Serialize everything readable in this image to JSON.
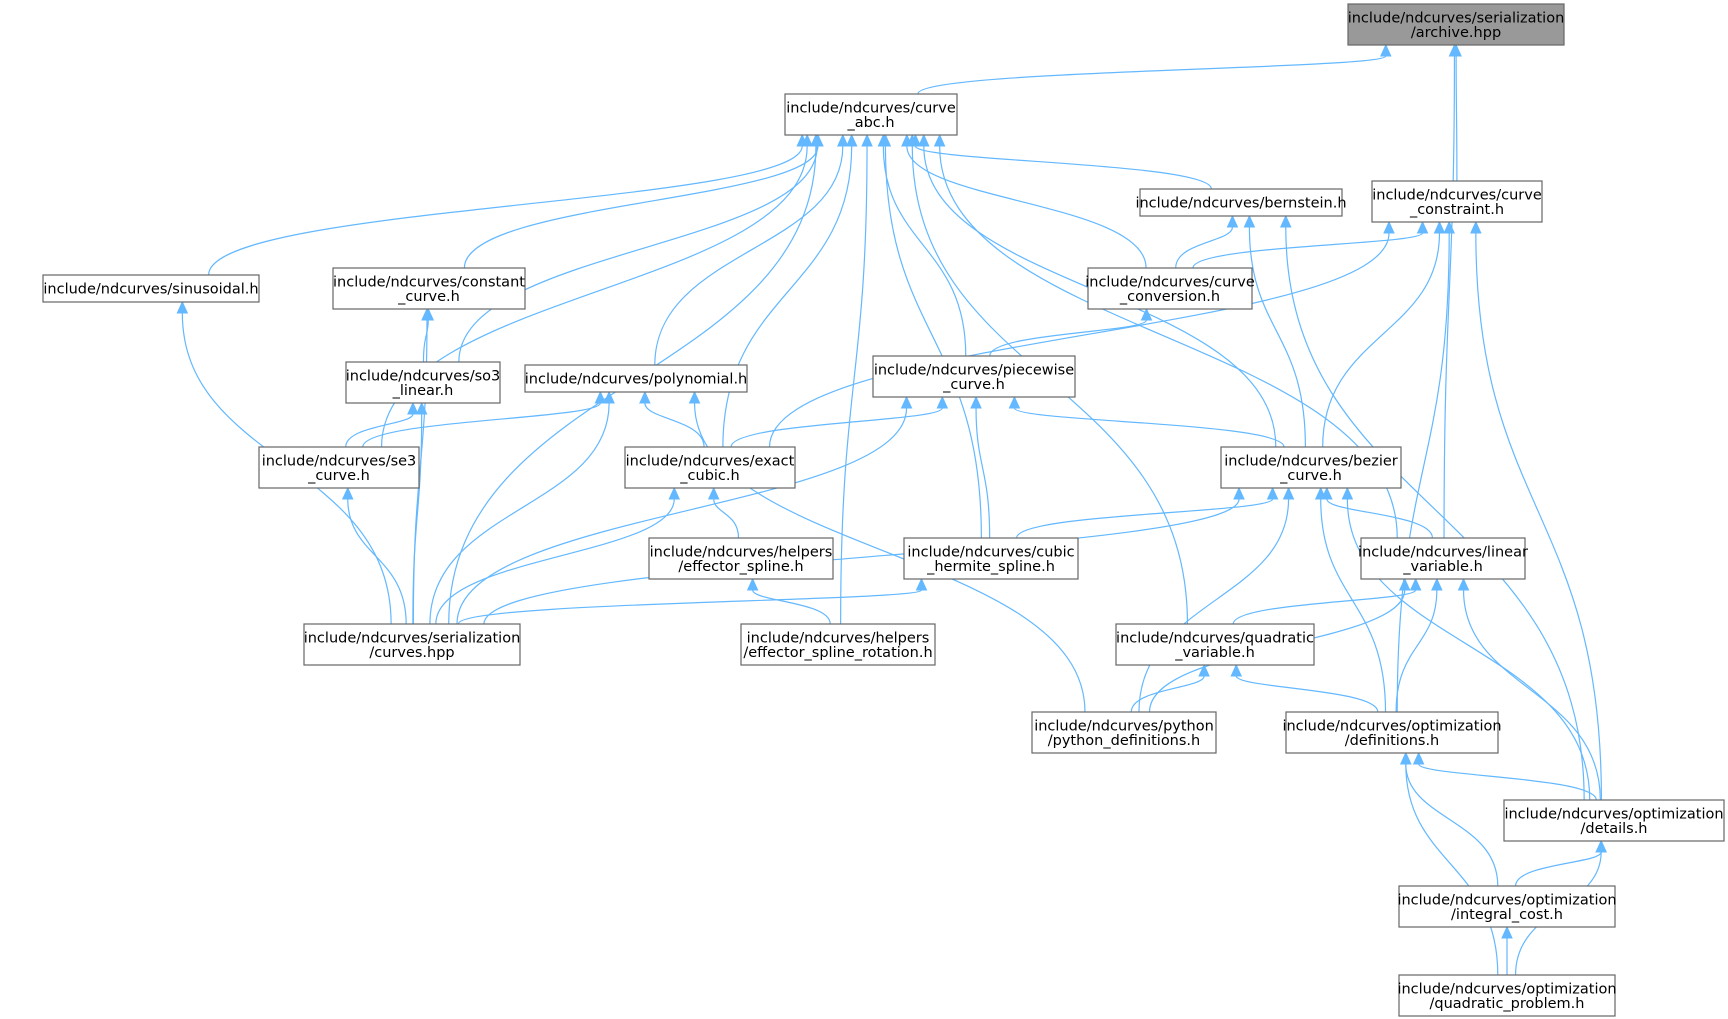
{
  "graph": {
    "edge_color": "#63b8ff",
    "root_fill": "#999999",
    "node_fill": "#ffffff",
    "node_stroke": "#666666",
    "nodes": [
      {
        "id": "archive",
        "lines": [
          "include/ndcurves/serialization",
          "/archive.hpp"
        ],
        "root": true
      },
      {
        "id": "curve_abc",
        "lines": [
          "include/ndcurves/curve",
          "_abc.h"
        ]
      },
      {
        "id": "sinusoidal",
        "lines": [
          "include/ndcurves/sinusoidal.h"
        ]
      },
      {
        "id": "constant",
        "lines": [
          "include/ndcurves/constant",
          "_curve.h"
        ]
      },
      {
        "id": "so3",
        "lines": [
          "include/ndcurves/so3",
          "_linear.h"
        ]
      },
      {
        "id": "polynomial",
        "lines": [
          "include/ndcurves/polynomial.h"
        ]
      },
      {
        "id": "se3",
        "lines": [
          "include/ndcurves/se3",
          "_curve.h"
        ]
      },
      {
        "id": "exact_cubic",
        "lines": [
          "include/ndcurves/exact",
          "_cubic.h"
        ]
      },
      {
        "id": "bernstein",
        "lines": [
          "include/ndcurves/bernstein.h"
        ]
      },
      {
        "id": "curve_constraint",
        "lines": [
          "include/ndcurves/curve",
          "_constraint.h"
        ]
      },
      {
        "id": "curve_conversion",
        "lines": [
          "include/ndcurves/curve",
          "_conversion.h"
        ]
      },
      {
        "id": "piecewise",
        "lines": [
          "include/ndcurves/piecewise",
          "_curve.h"
        ]
      },
      {
        "id": "bezier",
        "lines": [
          "include/ndcurves/bezier",
          "_curve.h"
        ]
      },
      {
        "id": "effector_spline",
        "lines": [
          "include/ndcurves/helpers",
          "/effector_spline.h"
        ]
      },
      {
        "id": "cubic_hermite",
        "lines": [
          "include/ndcurves/cubic",
          "_hermite_spline.h"
        ]
      },
      {
        "id": "linear_variable",
        "lines": [
          "include/ndcurves/linear",
          "_variable.h"
        ]
      },
      {
        "id": "ser_curves",
        "lines": [
          "include/ndcurves/serialization",
          "/curves.hpp"
        ]
      },
      {
        "id": "effector_spline_rotation",
        "lines": [
          "include/ndcurves/helpers",
          "/effector_spline_rotation.h"
        ]
      },
      {
        "id": "quadratic_variable",
        "lines": [
          "include/ndcurves/quadratic",
          "_variable.h"
        ]
      },
      {
        "id": "python_defs",
        "lines": [
          "include/ndcurves/python",
          "/python_definitions.h"
        ]
      },
      {
        "id": "opt_defs",
        "lines": [
          "include/ndcurves/optimization",
          "/definitions.h"
        ]
      },
      {
        "id": "opt_details",
        "lines": [
          "include/ndcurves/optimization",
          "/details.h"
        ]
      },
      {
        "id": "integral_cost",
        "lines": [
          "include/ndcurves/optimization",
          "/integral_cost.h"
        ]
      },
      {
        "id": "quadratic_problem",
        "lines": [
          "include/ndcurves/optimization",
          "/quadratic_problem.h"
        ]
      }
    ],
    "edges": [
      [
        "archive",
        "curve_abc"
      ],
      [
        "archive",
        "curve_constraint"
      ],
      [
        "archive",
        "linear_variable"
      ],
      [
        "curve_abc",
        "sinusoidal"
      ],
      [
        "curve_abc",
        "constant"
      ],
      [
        "curve_abc",
        "so3"
      ],
      [
        "curve_abc",
        "polynomial"
      ],
      [
        "curve_abc",
        "se3"
      ],
      [
        "curve_abc",
        "exact_cubic"
      ],
      [
        "curve_abc",
        "bernstein"
      ],
      [
        "curve_abc",
        "curve_conversion"
      ],
      [
        "curve_abc",
        "piecewise"
      ],
      [
        "curve_abc",
        "bezier"
      ],
      [
        "curve_abc",
        "cubic_hermite"
      ],
      [
        "curve_abc",
        "linear_variable"
      ],
      [
        "curve_abc",
        "ser_curves"
      ],
      [
        "curve_abc",
        "effector_spline_rotation"
      ],
      [
        "curve_abc",
        "quadratic_variable"
      ],
      [
        "sinusoidal",
        "ser_curves"
      ],
      [
        "constant",
        "so3"
      ],
      [
        "constant",
        "ser_curves"
      ],
      [
        "so3",
        "se3"
      ],
      [
        "so3",
        "ser_curves"
      ],
      [
        "polynomial",
        "se3"
      ],
      [
        "polynomial",
        "exact_cubic"
      ],
      [
        "polynomial",
        "ser_curves"
      ],
      [
        "polynomial",
        "python_defs"
      ],
      [
        "se3",
        "ser_curves"
      ],
      [
        "exact_cubic",
        "effector_spline"
      ],
      [
        "exact_cubic",
        "ser_curves"
      ],
      [
        "effector_spline",
        "effector_spline_rotation"
      ],
      [
        "bernstein",
        "curve_conversion"
      ],
      [
        "bernstein",
        "bezier"
      ],
      [
        "bernstein",
        "opt_details"
      ],
      [
        "curve_constraint",
        "curve_conversion"
      ],
      [
        "curve_constraint",
        "exact_cubic"
      ],
      [
        "curve_constraint",
        "bezier"
      ],
      [
        "curve_constraint",
        "opt_defs"
      ],
      [
        "curve_constraint",
        "opt_details"
      ],
      [
        "curve_conversion",
        "piecewise"
      ],
      [
        "piecewise",
        "exact_cubic"
      ],
      [
        "piecewise",
        "cubic_hermite"
      ],
      [
        "piecewise",
        "bezier"
      ],
      [
        "piecewise",
        "ser_curves"
      ],
      [
        "bezier",
        "cubic_hermite"
      ],
      [
        "bezier",
        "linear_variable"
      ],
      [
        "bezier",
        "ser_curves"
      ],
      [
        "bezier",
        "python_defs"
      ],
      [
        "bezier",
        "opt_defs"
      ],
      [
        "bezier",
        "opt_details"
      ],
      [
        "cubic_hermite",
        "ser_curves"
      ],
      [
        "linear_variable",
        "quadratic_variable"
      ],
      [
        "linear_variable",
        "python_defs"
      ],
      [
        "linear_variable",
        "opt_defs"
      ],
      [
        "linear_variable",
        "opt_details"
      ],
      [
        "quadratic_variable",
        "python_defs"
      ],
      [
        "quadratic_variable",
        "opt_defs"
      ],
      [
        "opt_defs",
        "opt_details"
      ],
      [
        "opt_defs",
        "integral_cost"
      ],
      [
        "opt_defs",
        "quadratic_problem"
      ],
      [
        "opt_details",
        "integral_cost"
      ],
      [
        "opt_details",
        "quadratic_problem"
      ],
      [
        "integral_cost",
        "quadratic_problem"
      ]
    ]
  }
}
